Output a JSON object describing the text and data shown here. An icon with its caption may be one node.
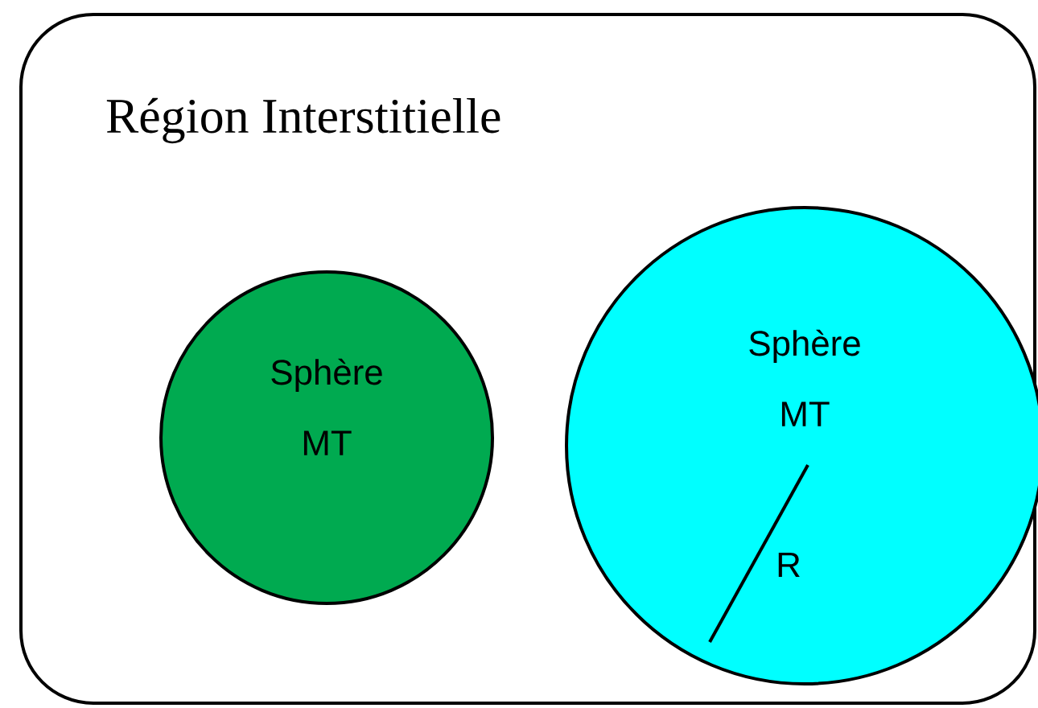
{
  "diagram": {
    "nodes": [
      {
        "text": [
          "Région Interstitielle"
        ]
      },
      {
        "text": [
          "Sphère MT"
        ],
        "in": 0
      },
      {
        "text": [
          "Sphère MT"
        ],
        "in": 0
      }
    ],
    "labels": [
      "R"
    ]
  }
}
